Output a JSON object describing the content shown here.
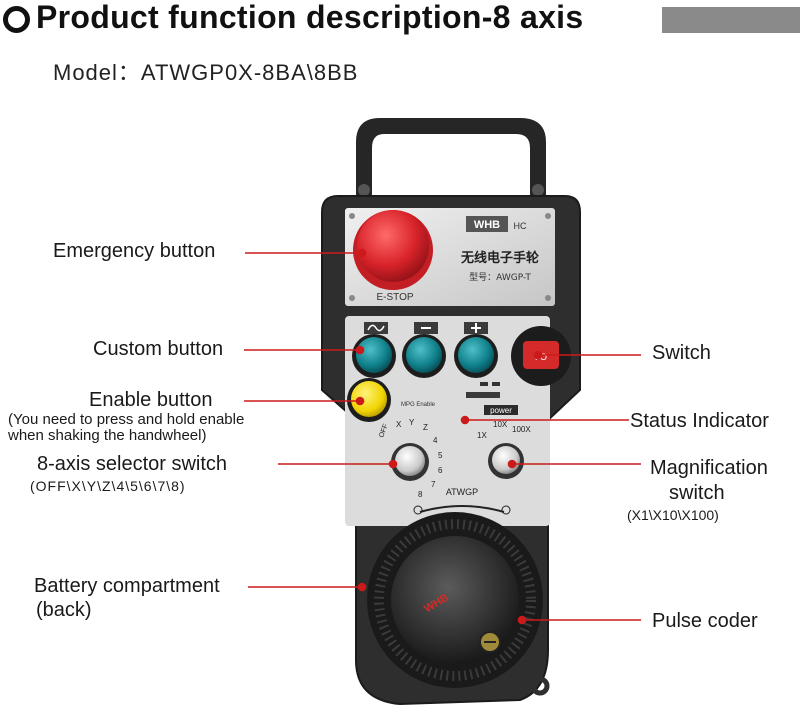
{
  "header": {
    "title": "Product function description-8 axis",
    "model": "Model：ATWGP0X-8BA\\8BB"
  },
  "device": {
    "brand": "WHB",
    "brand_sub": "HC",
    "chinese_title": "无线电子手轮",
    "model_label": "型号：AWGP-T",
    "estop": "E-STOP",
    "mpg_enable": "MPG Enable",
    "power": "power",
    "mag_1x": "1X",
    "mag_10x": "10X",
    "mag_100x": "100X",
    "axis_off": "OFF",
    "axis_x": "X",
    "axis_y": "Y",
    "axis_z": "Z",
    "axis_4": "4",
    "axis_5": "5",
    "axis_6": "6",
    "axis_7": "7",
    "axis_8": "8",
    "atwgp": "ATWGP",
    "dial_brand": "WHB"
  },
  "labels": {
    "emergency": "Emergency button",
    "custom": "Custom button",
    "enable": "Enable button",
    "enable_note1": "(You need to press and hold enable",
    "enable_note2": "when shaking the handwheel)",
    "selector": "8-axis selector switch",
    "selector_note": "(OFF\\X\\Y\\Z\\4\\5\\6\\7\\8)",
    "battery": "Battery compartment",
    "battery_note": "(back)",
    "switch": "Switch",
    "status": "Status Indicator",
    "magnification1": "Magnification",
    "magnification2": "switch",
    "magnification_note": "(X1\\X10\\X100)",
    "pulse": "Pulse coder"
  },
  "colors": {
    "leader": "#cc1a1a",
    "estop": "#d8232a",
    "enable": "#f0d400",
    "teal": "#0f7f89",
    "power": "#d42a2a"
  }
}
